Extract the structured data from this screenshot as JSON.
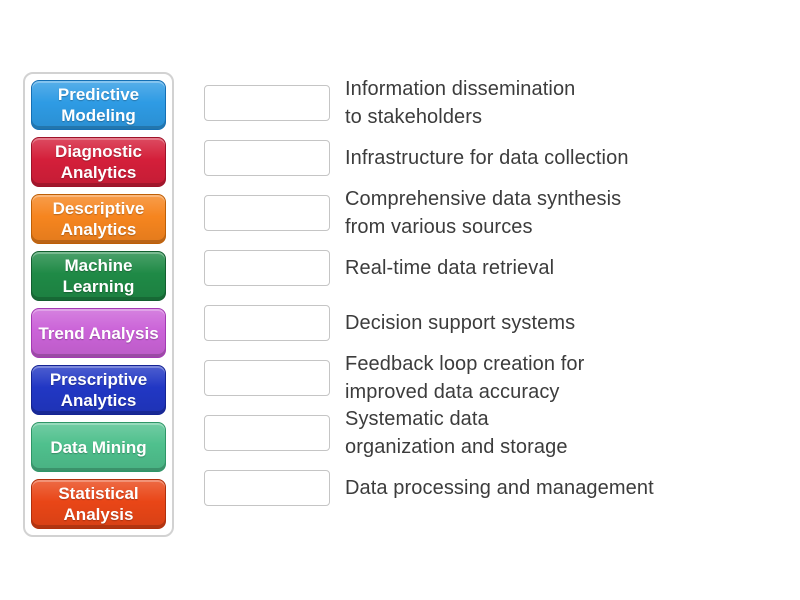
{
  "colors": {
    "page_bg": "#ffffff",
    "panel_border": "#d2d2d2",
    "slot_border": "#c5c5c5",
    "clue_text": "#3c3c3c",
    "tile_text": "#ffffff"
  },
  "tiles": [
    {
      "label": "Predictive Modeling",
      "color": "#2E9BE4",
      "border_color": "#146FB4"
    },
    {
      "label": "Diagnostic Analytics",
      "color": "#D41F3A",
      "border_color": "#9E1229"
    },
    {
      "label": "Descriptive Analytics",
      "color": "#F6851F",
      "border_color": "#BE5F06"
    },
    {
      "label": "Machine Learning",
      "color": "#1F8A46",
      "border_color": "#125F2F"
    },
    {
      "label": "Trend Analysis",
      "color": "#CB63D8",
      "border_color": "#A439B3"
    },
    {
      "label": "Prescriptive Analytics",
      "color": "#2137C4",
      "border_color": "#142394"
    },
    {
      "label": "Data Mining",
      "color": "#4FC08D",
      "border_color": "#2E9667"
    },
    {
      "label": "Statistical Analysis",
      "color": "#E94617",
      "border_color": "#B0300C"
    }
  ],
  "clues": [
    {
      "lines": [
        "Information dissemination",
        "to stakeholders"
      ]
    },
    {
      "lines": [
        "Infrastructure for data collection"
      ]
    },
    {
      "lines": [
        "Comprehensive data synthesis",
        "from various sources"
      ]
    },
    {
      "lines": [
        "Real-time data retrieval"
      ]
    },
    {
      "lines": [
        "Decision support systems"
      ]
    },
    {
      "lines": [
        "Feedback loop creation for",
        "improved data accuracy"
      ]
    },
    {
      "lines": [
        "Systematic data",
        "organization and storage"
      ]
    },
    {
      "lines": [
        "Data processing and management"
      ]
    }
  ]
}
